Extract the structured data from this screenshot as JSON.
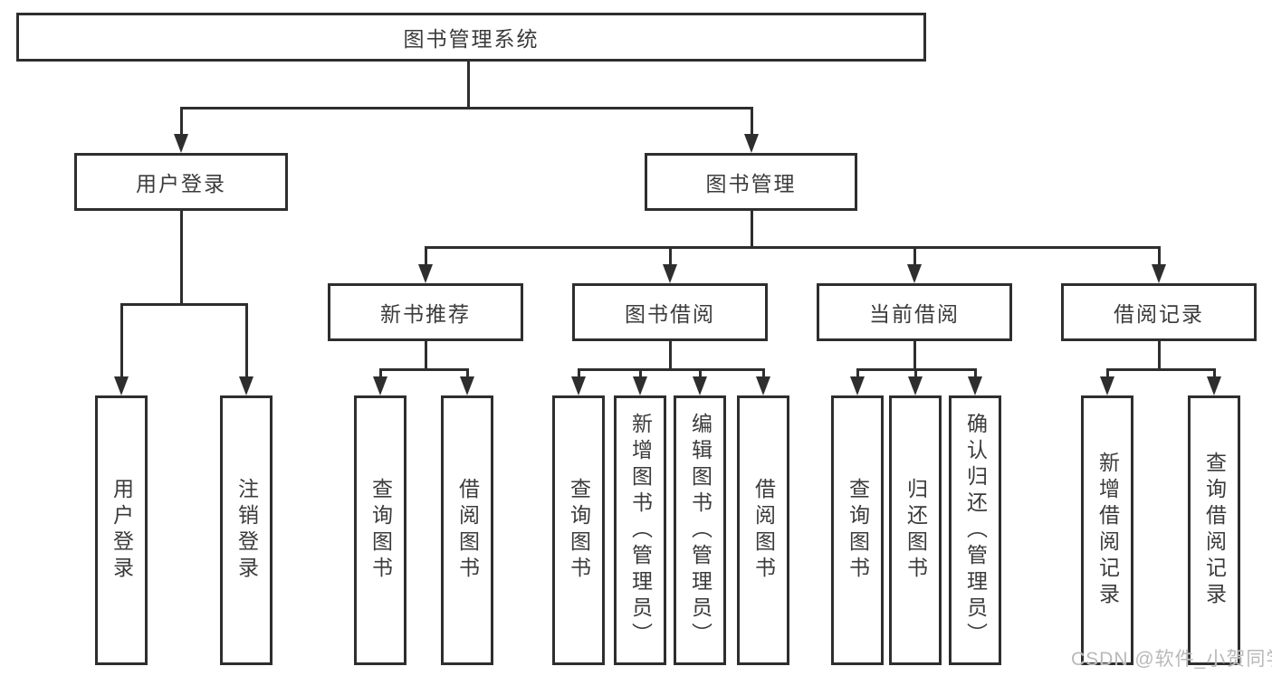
{
  "tree": {
    "label": "图书管理系统",
    "children": [
      {
        "label": "用户登录",
        "children": [
          {
            "label": "用户登录"
          },
          {
            "label": "注销登录"
          }
        ]
      },
      {
        "label": "图书管理",
        "children": [
          {
            "label": "新书推荐",
            "children": [
              {
                "label": "查询图书"
              },
              {
                "label": "借阅图书"
              }
            ]
          },
          {
            "label": "图书借阅",
            "children": [
              {
                "label": "查询图书"
              },
              {
                "label": "新增图书（管理员）"
              },
              {
                "label": "编辑图书（管理员）"
              },
              {
                "label": "借阅图书"
              }
            ]
          },
          {
            "label": "当前借阅",
            "children": [
              {
                "label": "查询图书"
              },
              {
                "label": "归还图书"
              },
              {
                "label": "确认归还（管理员）"
              }
            ]
          },
          {
            "label": "借阅记录",
            "children": [
              {
                "label": "新增借阅记录"
              },
              {
                "label": "查询借阅记录"
              }
            ]
          }
        ]
      }
    ]
  },
  "watermark": {
    "text": "CSDN @软件_小贺同学"
  },
  "colors": {
    "line": "#2e2e2e",
    "text": "#3b3b3b",
    "watermark": "#bab9b9",
    "background": "#ffffff"
  }
}
